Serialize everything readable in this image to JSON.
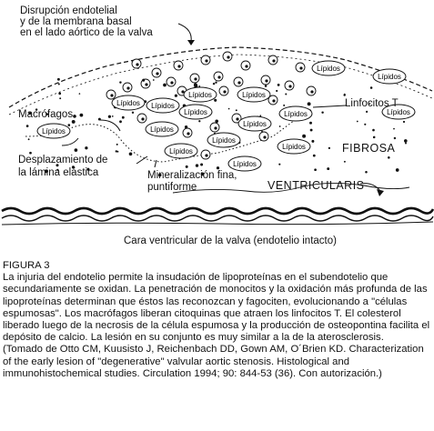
{
  "figure": {
    "labels": {
      "disruption": [
        "Disrupción endotelial",
        "y de la membrana basal",
        "en el lado aórtico de la valva"
      ],
      "macrofagos": "Macrófagos",
      "linfocitos": "Linfocitos T",
      "fibrosa": "FIBROSA",
      "desplazamiento": [
        "Desplazamiento de",
        "la lámina elástica"
      ],
      "mineralizacion": [
        "Mineralización fina,",
        "puntiforme"
      ],
      "ventricularis": "VENTRICULARIS",
      "cara_ventricular": "Cara ventricular de la valva (endotelio intacto)",
      "lipidos": "Lípidos"
    }
  },
  "caption": {
    "figure_number": "FIGURA 3",
    "body": "La injuria del endotelio permite la insudación de lipoproteínas en el subendotelio  que secundariamente se oxidan. La penetración de monocitos y la oxidación más profunda de las lipoproteínas determinan que éstos las reconozcan y fagociten, evolucionando a \"células espumosas\". Los macrófagos liberan citoquinas que atraen los linfocitos T. El colesterol liberado luego de la necrosis de la célula espumosa y la producción de osteopontina facilita el depósito de calcio. La lesión en su conjunto es muy similar a la de la aterosclerosis.",
    "citation": "(Tomado de Otto CM, Kuusisto J, Reichenbach DD, Gown AM, O´Brien KD. Characterization of the early lesion of \"degenerative\" valvular aortic stenosis. Histological and immunohistochemical studies. Circulation 1994; 90: 844-53 (36). Con autorización.)"
  }
}
